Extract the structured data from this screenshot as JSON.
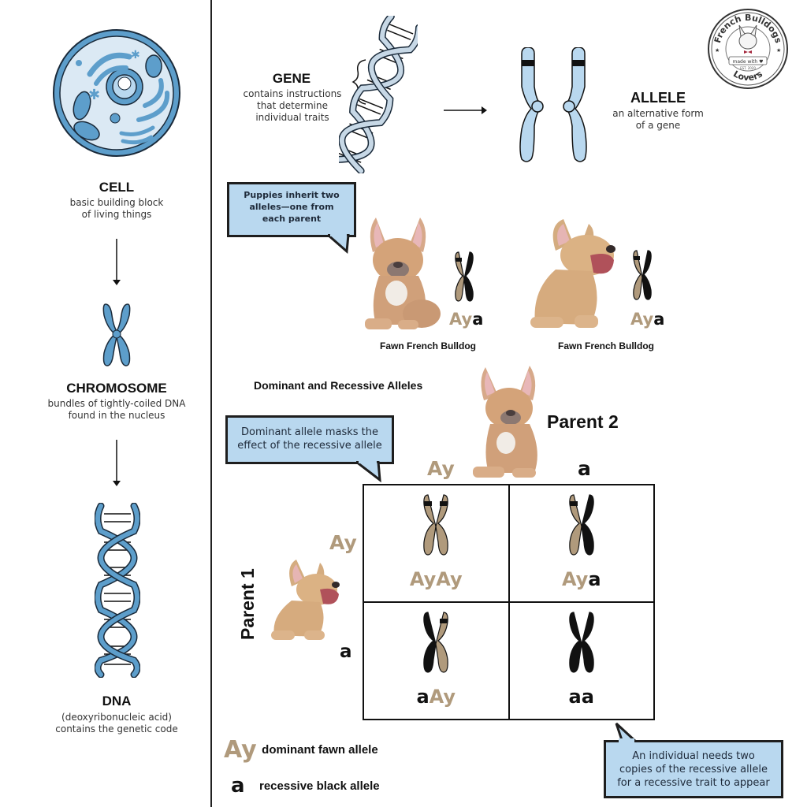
{
  "colors": {
    "cell_blue": "#5d9ecb",
    "light_blue": "#b9d8ef",
    "fawn": "#b09a7c",
    "black": "#111111"
  },
  "left_column": {
    "cell": {
      "title": "CELL",
      "desc_line1": "basic building block",
      "desc_line2": "of living things",
      "icon": "cell-icon"
    },
    "chromosome": {
      "title": "CHROMOSOME",
      "desc_line1": "bundles of tightly-coiled DNA",
      "desc_line2": "found in the nucleus",
      "icon": "chromosome-icon"
    },
    "dna": {
      "title": "DNA",
      "desc_line1": "(deoxyribonucleic acid)",
      "desc_line2": "contains the genetic code",
      "icon": "dna-icon"
    }
  },
  "top": {
    "gene": {
      "title": "GENE",
      "desc_line1": "contains instructions",
      "desc_line2": "that determine",
      "desc_line3": "individual traits"
    },
    "allele": {
      "title": "ALLELE",
      "desc_line1": "an alternative form",
      "desc_line2": "of a gene"
    },
    "logo": {
      "top_text": "French Bulldogs",
      "middle_text": "made with",
      "small_text": "EST. 2020",
      "bottom_text": "Lovers"
    }
  },
  "inherit_section": {
    "callout": {
      "line1": "Puppies inherit two",
      "line2": "alleles—one from",
      "line3": "each parent"
    },
    "dogs": [
      {
        "label": "Fawn French Bulldog",
        "genotype_dominant": "Ay",
        "genotype_recessive": "a"
      },
      {
        "label": "Fawn French Bulldog",
        "genotype_dominant": "Ay",
        "genotype_recessive": "a"
      }
    ]
  },
  "punnett": {
    "heading": "Dominant and Recessive Alleles",
    "callout": {
      "line1": "Dominant allele masks the",
      "line2": "effect of the recessive allele"
    },
    "parent2_label": "Parent 2",
    "parent1_label": "Parent 1",
    "parent2_alleles": [
      "Ay",
      "a"
    ],
    "parent1_alleles": [
      "Ay",
      "a"
    ],
    "cells": [
      {
        "part1": "Ay",
        "part2": "Ay"
      },
      {
        "part1": "Ay",
        "part2": "a"
      },
      {
        "part1": "a",
        "part2": "Ay"
      },
      {
        "part1": "a",
        "part2": "a"
      }
    ]
  },
  "legend": {
    "items": [
      {
        "symbol": "Ay",
        "label": "dominant fawn allele"
      },
      {
        "symbol": "a",
        "label": "recessive black allele"
      }
    ]
  },
  "bottom_callout": {
    "line1": "An individual needs two",
    "line2": "copies of the recessive allele",
    "line3": "for a recessive trait to appear"
  }
}
